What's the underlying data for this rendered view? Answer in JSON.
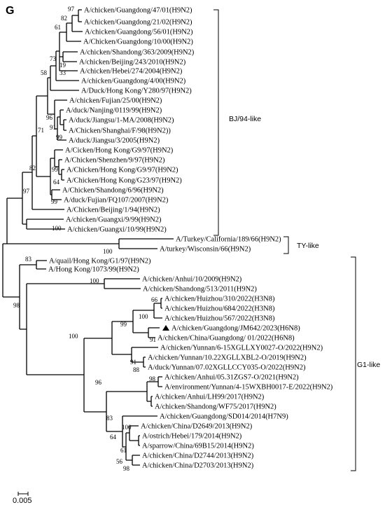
{
  "panel_label": "G",
  "scale_label": "0.005",
  "marker_color": "#000000",
  "clades": [
    "BJ/94-like",
    "TY-like",
    "G1-like"
  ],
  "taxa": [
    "A/chicken/Guangdong/47/01(H9N2)",
    "A/chicken/Guangdong/21/02(H9N2)",
    "A/chicken/Guangdong/56/01(H9N2)",
    "A/Chicken/Guangdong/10/00(H9N2)",
    "A/chicken/Shandong/363/2009(H9N2)",
    "A/chicken/Beijing/243/2010(H9N2)",
    "A/chicken/Hebei/274/2004(H9N2)",
    "A/chicken/Guangdong/4/00(H9N2)",
    "A/Duck/Hong Kong/Y280/97(H9N2)",
    "A/chicken/Fujian/25/00(H9N2)",
    "A/duck/Nanjing/0119/99(H9N2)",
    "A/duck/Jiangsu/1-MA/2008(H9N2)",
    "A/Chicken/Shanghai/F/98(H9N2))",
    "A/duck/Jiangsu/3/2005(H9N2)",
    "A/Cicken/Hong Kong/G9/97(H9N2)",
    "A/Chicken/Shenzhen/9/97(H9N2)",
    "A/Chicken/Hong Kong/G9/97(H9N2)",
    "A/Chicken/Hong Kong/G23/97(H9N2)",
    "A/Chicken/Shandong/6/96(H9N2)",
    "A/duck/Fujian/FQ107/2007(H9N2)",
    "A/Chicken/Beijing/1/94(H9N2)",
    "A/chicken/Guangxi/9/99(H9N2)",
    "A/chicken/Guangxi/10/99(H9N2)",
    "A/Turkey/California/189/66(H9N2)",
    "A/turkey/Wisconsin/66(H9N2)",
    "A/quail/Hong Kong/G1/97(H9N2)",
    "A/Hong Kong/1073/99(H9N2)",
    "A/chicken/Anhui/10/2009(H9N2)",
    "A/chicken/Shandong/513/2011(H9N2)",
    "A/chicken/Huizhou/310/2022(H3N8)",
    "A/chicken/Huizhou/684/2022(H3N8)",
    "A/chicken/Huizhou/567/2022(H3N8)",
    "A/chicken/Guangdong/JM642/2023(H6N8)",
    "A/chicken/China/Guangdong/ 01/2022(H6N8)",
    "A/chicken/Yunnan/6-15XGLLXY0027-O/2022(H9N2)",
    "A/chicken/Yunnan/10.22XGLLXBL2-O/2019(H9N2)",
    "A/duck/Yunnan/07.02XGLLCCY035-O/2022(H9N2)",
    "A/chicken/Anhui/05.31ZGS7-O/2021(H9N2)",
    "A/environment/Yunnan/4-15WXBH0017-E/2022(H9N2)",
    "A/chicken/Anhui/LH99/2017(H9N2)",
    "A/chicken/Shandong/WF75/2017(H9N2)",
    "A/chicken/Guangdong/SD014/2014(H7N9)",
    "A/chicken/China/D2649/2013(H9N2)",
    "A/ostrich/Hebei/179/2014(H9N2)",
    "A/sparrow/China/69B15/2014(H9N2)",
    "A/chicken/China/D2744/2013(H9N2)",
    "A/chicken/China/D2703/2013(H9N2)"
  ],
  "supports": [
    "97",
    "82",
    "61",
    "73",
    "19",
    "33",
    "58",
    "96",
    "91",
    "99",
    "71",
    "99",
    "64",
    "99",
    "82",
    "97",
    "100",
    "100",
    "83",
    "100",
    "66",
    "100",
    "99",
    "91",
    "91",
    "88",
    "100",
    "98",
    "96",
    "83",
    "100",
    "64",
    "61",
    "56",
    "98",
    "98"
  ]
}
